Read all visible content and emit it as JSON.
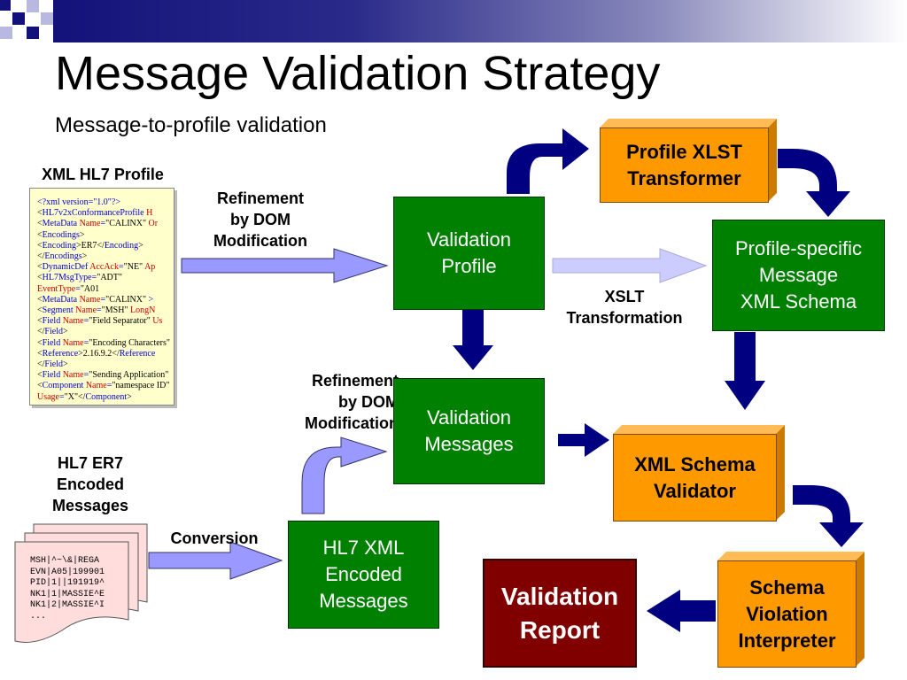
{
  "title": "Message Validation Strategy",
  "subtitle": "Message-to-profile validation",
  "labels": {
    "xml_profile": "XML HL7 Profile",
    "refinement_1": [
      "Refinement",
      "by DOM",
      "Modification"
    ],
    "refinement_2": [
      "Refinement",
      "by DOM",
      "Modification"
    ],
    "xslt": [
      "XSLT",
      "Transformation"
    ],
    "er7": [
      "HL7 ER7",
      "Encoded",
      "Messages"
    ],
    "conversion": "Conversion"
  },
  "boxes": {
    "validation_profile": [
      "Validation",
      "Profile"
    ],
    "validation_messages": [
      "Validation",
      "Messages"
    ],
    "hl7_xml": [
      "HL7 XML",
      "Encoded",
      "Messages"
    ],
    "profile_xslt": [
      "Profile XLST",
      "Transformer"
    ],
    "profile_schema": [
      "Profile-specific",
      "Message",
      "XML Schema"
    ],
    "schema_validator": [
      "XML Schema",
      "Validator"
    ],
    "violation_interpreter": [
      "Schema",
      "Violation",
      "Interpreter"
    ],
    "validation_report": [
      "Validation",
      "Report"
    ]
  },
  "xml_lines": [
    [
      [
        "b",
        "<?xml version=\"1.0\"?>"
      ]
    ],
    [
      [
        "k",
        "<"
      ],
      [
        "b",
        "HL7v2xConformanceProfile"
      ],
      [
        "r",
        " H"
      ]
    ],
    [
      [
        "k",
        "<"
      ],
      [
        "b",
        "MetaData "
      ],
      [
        "r",
        "Name"
      ],
      [
        "b",
        "="
      ],
      [
        "k",
        "\"CALINX\""
      ],
      [
        "r",
        " Or"
      ]
    ],
    [
      [
        "k",
        "<"
      ],
      [
        "b",
        "Encodings"
      ],
      [
        "k",
        ">"
      ]
    ],
    [
      [
        "k",
        "<"
      ],
      [
        "b",
        "Encoding"
      ],
      [
        "k",
        ">ER7</"
      ],
      [
        "b",
        "Encoding"
      ],
      [
        "k",
        ">"
      ]
    ],
    [
      [
        "k",
        "</"
      ],
      [
        "b",
        "Encodings"
      ],
      [
        "k",
        ">"
      ]
    ],
    [
      [
        "k",
        "<"
      ],
      [
        "b",
        "DynamicDef "
      ],
      [
        "r",
        "AccAck"
      ],
      [
        "b",
        "="
      ],
      [
        "k",
        "\"NE\""
      ],
      [
        "r",
        " Ap"
      ]
    ],
    [
      [
        "k",
        "<"
      ],
      [
        "b",
        "HL7MsgType"
      ],
      [
        "b",
        "="
      ],
      [
        "k",
        "\"ADT\""
      ]
    ],
    [
      [
        "r",
        "EventType"
      ],
      [
        "b",
        "="
      ],
      [
        "k",
        "\"A01"
      ]
    ],
    [
      [
        "k",
        "<"
      ],
      [
        "b",
        "MetaData "
      ],
      [
        "r",
        "Name"
      ],
      [
        "b",
        "="
      ],
      [
        "k",
        "\"CALINX\""
      ],
      [
        "b",
        " >"
      ]
    ],
    [
      [
        "k",
        "<"
      ],
      [
        "b",
        "Segment "
      ],
      [
        "r",
        "Name"
      ],
      [
        "b",
        "="
      ],
      [
        "k",
        "\"MSH\""
      ],
      [
        "r",
        " LongN"
      ]
    ],
    [
      [
        "k",
        "<"
      ],
      [
        "b",
        "Field "
      ],
      [
        "r",
        "Name"
      ],
      [
        "b",
        "="
      ],
      [
        "k",
        "\"Field Separator\""
      ],
      [
        "r",
        " Us"
      ]
    ],
    [
      [
        "k",
        "</"
      ],
      [
        "b",
        "Field"
      ],
      [
        "k",
        ">"
      ]
    ],
    [
      [
        "k",
        "<"
      ],
      [
        "b",
        "Field "
      ],
      [
        "r",
        "Name"
      ],
      [
        "b",
        "="
      ],
      [
        "k",
        "\"Encoding Characters\""
      ]
    ],
    [
      [
        "k",
        "<"
      ],
      [
        "b",
        "Reference"
      ],
      [
        "k",
        ">2.16.9.2</"
      ],
      [
        "b",
        "Reference"
      ]
    ],
    [
      [
        "k",
        "</"
      ],
      [
        "b",
        "Field"
      ],
      [
        "k",
        ">"
      ]
    ],
    [
      [
        "k",
        "<"
      ],
      [
        "b",
        "Field "
      ],
      [
        "r",
        "Name"
      ],
      [
        "b",
        "="
      ],
      [
        "k",
        "\"Sending Application\""
      ]
    ],
    [
      [
        "k",
        "<"
      ],
      [
        "b",
        "Component "
      ],
      [
        "r",
        "Name"
      ],
      [
        "b",
        "="
      ],
      [
        "k",
        "\"namespace ID\""
      ]
    ],
    [
      [
        "r",
        "Usage"
      ],
      [
        "b",
        "="
      ],
      [
        "k",
        "\"X\"</"
      ],
      [
        "b",
        "Component"
      ],
      [
        "k",
        ">"
      ]
    ]
  ],
  "er7_lines": [
    "MSH|^~\\&|REGA",
    "EVN|A05|199901",
    "PID|1||191919^",
    "NK1|1|MASSIE^E",
    "NK1|2|MASSIE^I",
    "..."
  ],
  "colors": {
    "green": "#008000",
    "orange": "#ff9900",
    "maroon": "#800000",
    "navy_arrow": "#000080",
    "light_arrow": "#9999ff",
    "pale_arrow": "#ccccff",
    "xml_bg": "#ffffcc",
    "er7_bg": "#ffdddd"
  }
}
